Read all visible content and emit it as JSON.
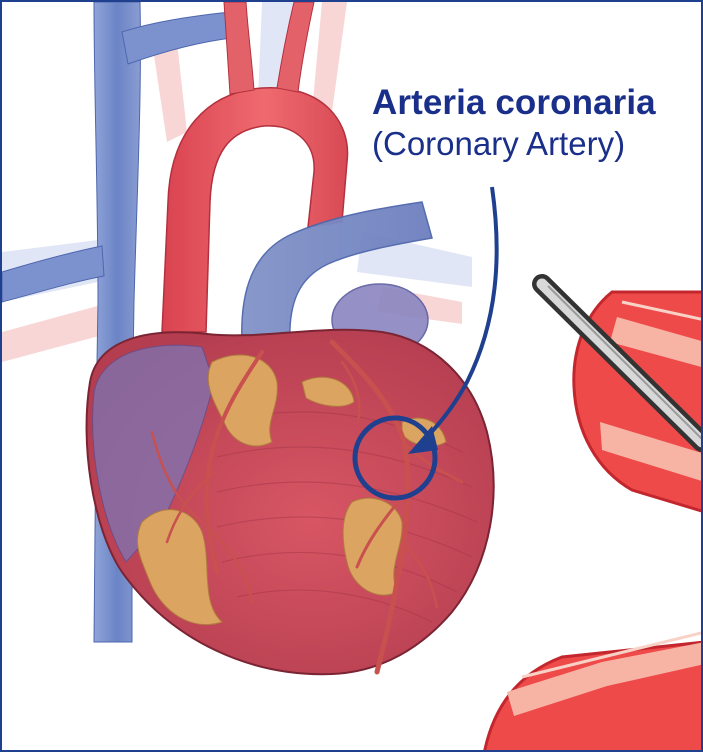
{
  "label": {
    "primary": "Arteria coronaria",
    "secondary": "(Coronary Artery)"
  },
  "colors": {
    "frame": "#1f3f8f",
    "label_text": "#1a2f8a",
    "callout": "#1f3f8f",
    "vein_blue": "#6b84c6",
    "artery_red": "#e6505a",
    "heart_muscle": "#c84a59",
    "fat_tissue": "#dca461",
    "vessel_wall": "#ef4a4a",
    "vessel_lining": "#f7b4a5",
    "catheter": "#4a4a4a"
  },
  "icons": {
    "heart": "heart-illustration",
    "callout_circle": "highlight-circle-icon",
    "callout_arrow": "curved-arrow-icon",
    "vessel_section_top": "vessel-cross-section",
    "vessel_section_bottom": "vessel-cross-section",
    "catheter": "catheter-icon"
  }
}
